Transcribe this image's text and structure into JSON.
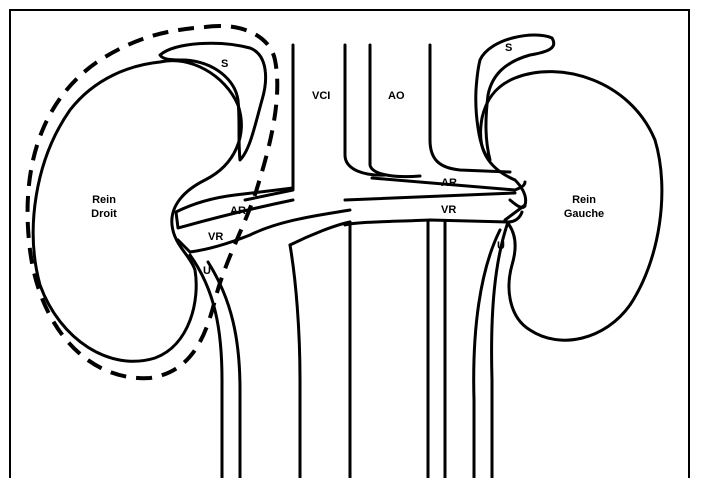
{
  "labels": {
    "right_adrenal": "S",
    "left_adrenal": "S",
    "vci": "VCI",
    "ao": "AO",
    "right_kidney_line1": "Rein",
    "right_kidney_line2": "Droit",
    "left_kidney_line1": "Rein",
    "left_kidney_line2": "Gauche",
    "right_artery": "AR",
    "left_artery": "AR",
    "right_vein": "VR",
    "left_vein": "VR",
    "right_ureter": "U",
    "left_ureter": "U"
  }
}
